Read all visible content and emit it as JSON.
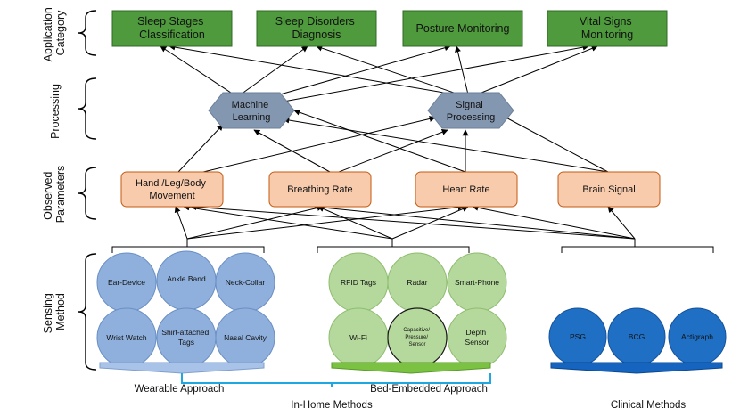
{
  "row_labels": {
    "application": [
      "Application",
      "Category"
    ],
    "processing": [
      "Processing"
    ],
    "observed": [
      "Observed",
      "Parameters"
    ],
    "sensing": [
      "Sensing",
      "Method"
    ]
  },
  "application_categories": [
    [
      "Sleep Stages",
      "Classification"
    ],
    [
      "Sleep Disorders",
      "Diagnosis"
    ],
    [
      "Posture Monitoring"
    ],
    [
      "Vital Signs",
      "Monitoring"
    ]
  ],
  "processing": {
    "machine_learning": [
      "Machine",
      "Learning"
    ],
    "signal_processing": [
      "Signal",
      "Processing"
    ]
  },
  "observed_parameters": [
    [
      "Hand /Leg/Body",
      "Movement"
    ],
    [
      "Breathing Rate"
    ],
    [
      "Heart Rate"
    ],
    [
      "Brain Signal"
    ]
  ],
  "wearable_devices": [
    [
      "Ear-Device"
    ],
    [
      "Ankle Band"
    ],
    [
      "Neck-Collar"
    ],
    [
      "Wrist Watch"
    ],
    [
      "Shirt-attached",
      "Tags"
    ],
    [
      "Nasal Cavity"
    ]
  ],
  "bed_embedded_devices": [
    [
      "RFID Tags"
    ],
    [
      "Radar"
    ],
    [
      "Smart-Phone"
    ],
    [
      "Wi-Fi"
    ],
    [
      "Capacitive/",
      "Pressure/",
      "Sensor"
    ],
    [
      "Depth",
      "Sensor"
    ]
  ],
  "clinical_devices": [
    [
      "PSG"
    ],
    [
      "BCG"
    ],
    [
      "Actigraph"
    ]
  ],
  "footer": {
    "wearable": "Wearable Approach",
    "bed_embedded": "Bed-Embedded Approach",
    "in_home": "In-Home Methods",
    "clinical": "Clinical Methods"
  },
  "colors": {
    "app_fill": "#4e9a3c",
    "app_stroke": "#2f6b24",
    "obs_fill": "#f8cbad",
    "obs_stroke": "#c55a11",
    "proc_fill": "#8497b0",
    "wearable_circle": "#8fb0dc",
    "bed_circle": "#b5d99c",
    "clinical_circle": "#1f6fc4",
    "wearable_base": "#a9c3e8",
    "bed_base": "#7cc242",
    "clinical_base": "#1565c0",
    "in_home_bracket": "#1ea7e1"
  }
}
